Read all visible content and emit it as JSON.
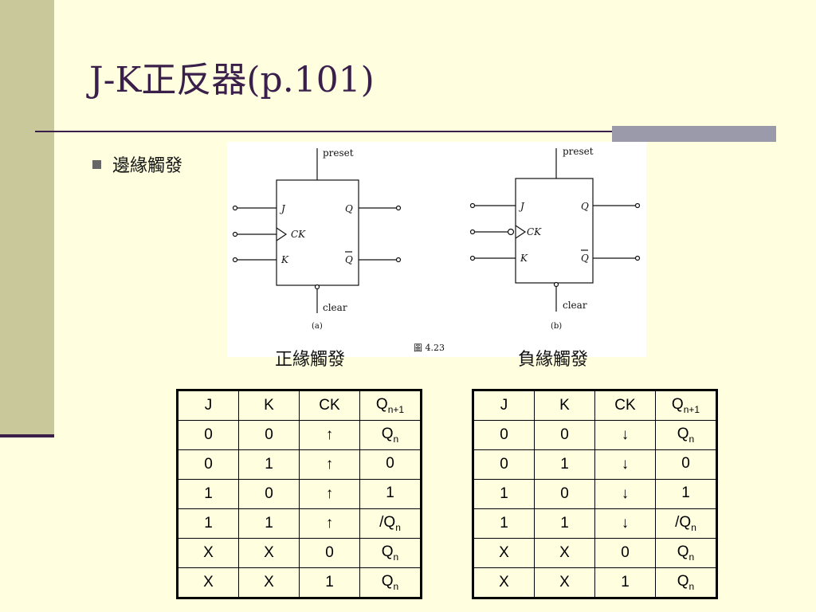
{
  "slide": {
    "title": "J-K正反器(p.101)",
    "bullet": "邊緣觸發"
  },
  "figure": {
    "preset": "preset",
    "clear": "clear",
    "J": "J",
    "K": "K",
    "CK": "CK",
    "Q": "Q",
    "Qbar": "Q",
    "label_a": "(a)",
    "label_b": "(b)",
    "fig_number": "圖 4.23"
  },
  "captions": {
    "positive": "正緣觸發",
    "negative": "負緣觸發"
  },
  "tables": {
    "positive": {
      "headers": [
        "J",
        "K",
        "CK",
        "Q",
        "n+1"
      ],
      "rows": [
        [
          "0",
          "0",
          "↑",
          "Q",
          "n"
        ],
        [
          "0",
          "1",
          "↑",
          "0",
          ""
        ],
        [
          "1",
          "0",
          "↑",
          "1",
          ""
        ],
        [
          "1",
          "1",
          "↑",
          "/Q",
          "n"
        ],
        [
          "X",
          "X",
          "0",
          "Q",
          "n"
        ],
        [
          "X",
          "X",
          "1",
          "Q",
          "n"
        ]
      ]
    },
    "negative": {
      "headers": [
        "J",
        "K",
        "CK",
        "Q",
        "n+1"
      ],
      "rows": [
        [
          "0",
          "0",
          "↓",
          "Q",
          "n"
        ],
        [
          "0",
          "1",
          "↓",
          "0",
          ""
        ],
        [
          "1",
          "0",
          "↓",
          "1",
          ""
        ],
        [
          "1",
          "1",
          "↓",
          "/Q",
          "n"
        ],
        [
          "X",
          "X",
          "0",
          "Q",
          "n"
        ],
        [
          "X",
          "X",
          "1",
          "Q",
          "n"
        ]
      ]
    }
  }
}
